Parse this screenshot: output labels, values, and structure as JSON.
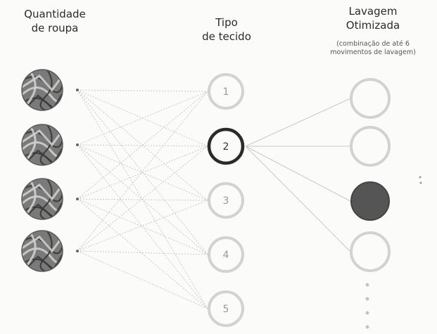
{
  "headers": {
    "quantity_line1": "Quantidade",
    "quantity_line2": "de roupa",
    "fabric_line1": "Tipo",
    "fabric_line2": "de tecido",
    "wash_line1": "Lavagem",
    "wash_line2": "Otimizada",
    "wash_note_line1": "(combinação de até 6",
    "wash_note_line2": "movimentos de lavagem)"
  },
  "fabric_nodes": [
    "1",
    "2",
    "3",
    "4",
    "5"
  ],
  "highlighted_fabric": "2",
  "wash_nodes_count": 4,
  "highlighted_wash_node": 3,
  "colors": {
    "node_ring": "#d2d2d2",
    "highlight_ring": "#2a2a2a",
    "filled_node": "#555555",
    "connector": "#c9c9c9",
    "text": "#2b2b2b"
  },
  "icons": [
    "laundry-thumbnail-icon",
    "ellipsis-icon"
  ]
}
